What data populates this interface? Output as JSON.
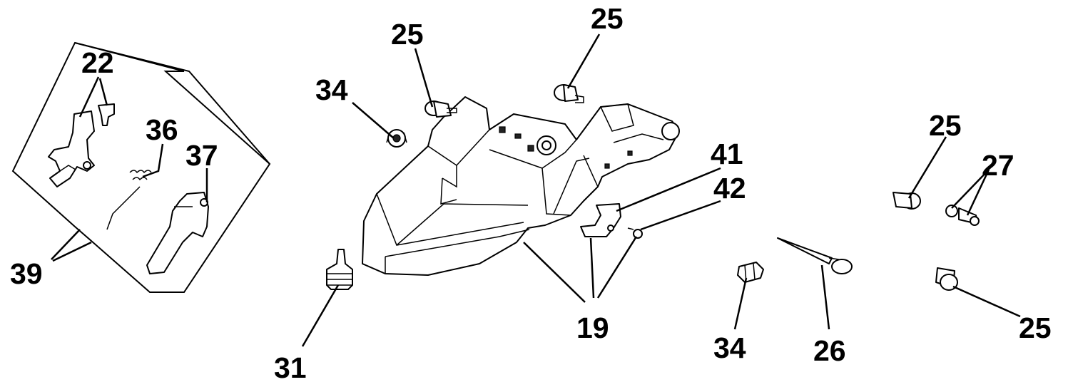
{
  "callouts": [
    {
      "id": "c22",
      "label": "22"
    },
    {
      "id": "c36",
      "label": "36"
    },
    {
      "id": "c37",
      "label": "37"
    },
    {
      "id": "c39",
      "label": "39"
    },
    {
      "id": "c34a",
      "label": "34"
    },
    {
      "id": "c25a",
      "label": "25"
    },
    {
      "id": "c25b",
      "label": "25"
    },
    {
      "id": "c31",
      "label": "31"
    },
    {
      "id": "c19",
      "label": "19"
    },
    {
      "id": "c41",
      "label": "41"
    },
    {
      "id": "c42",
      "label": "42"
    },
    {
      "id": "c34b",
      "label": "34"
    },
    {
      "id": "c26",
      "label": "26"
    },
    {
      "id": "c25c",
      "label": "25"
    },
    {
      "id": "c27",
      "label": "27"
    },
    {
      "id": "c25d",
      "label": "25"
    }
  ]
}
